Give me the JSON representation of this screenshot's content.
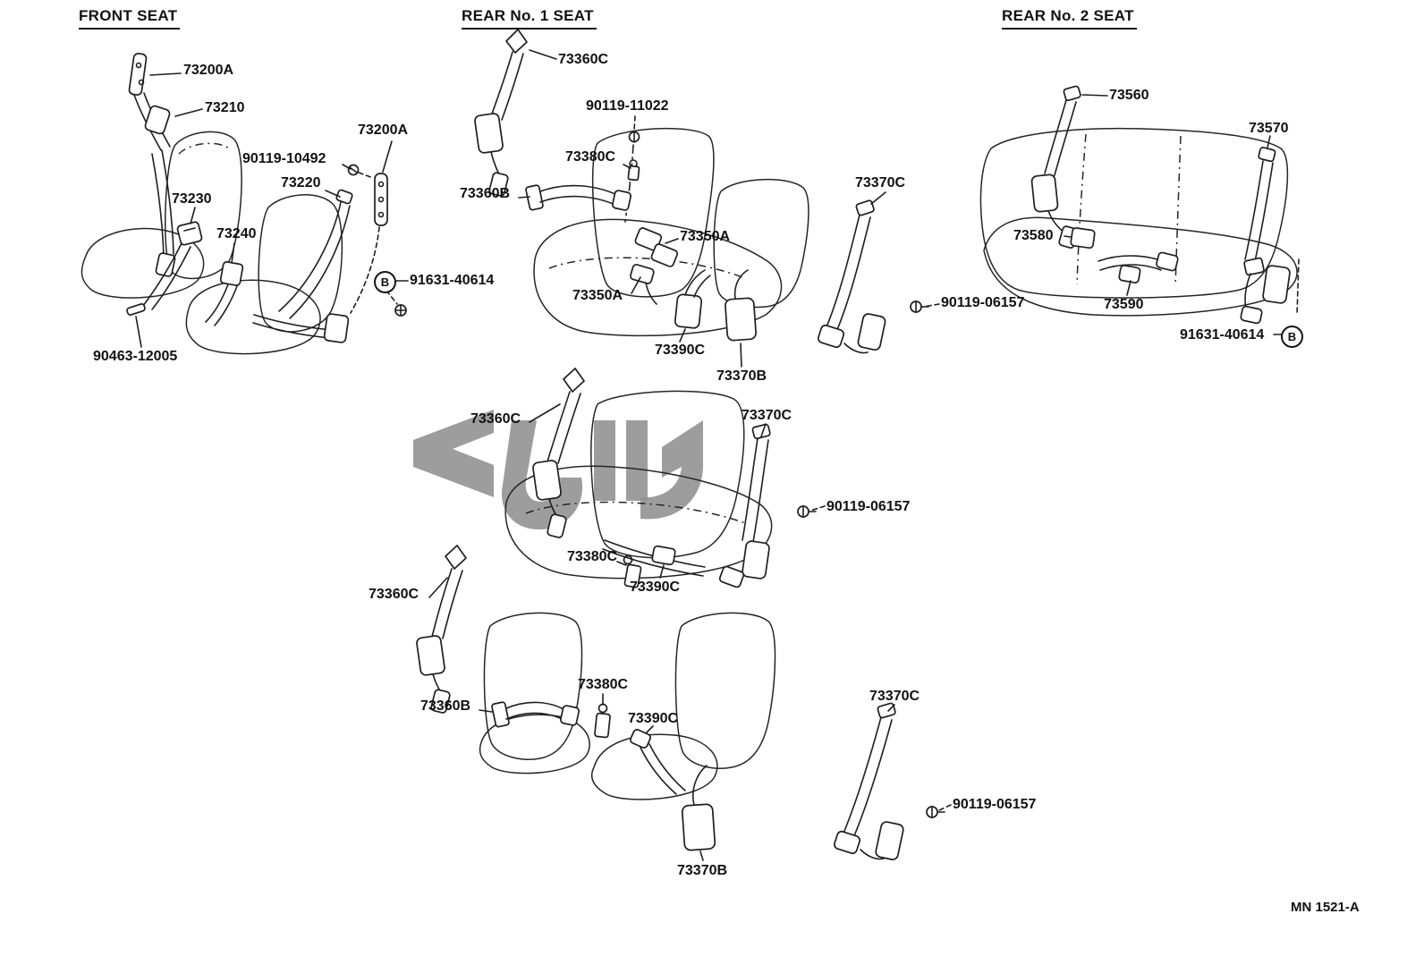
{
  "page": {
    "background": "#ffffff",
    "ink_color": "#1f1f1f",
    "watermark_color": "#8f8f8f",
    "footer_code": "MN 1521-A"
  },
  "markers": {
    "b": "B"
  },
  "sections": {
    "front_seat": {
      "title": "FRONT SEAT",
      "labels": [
        "73200A",
        "73210",
        "90119-10492",
        "73200A",
        "73220",
        "73230",
        "73240",
        "91631-40614",
        "90463-12005"
      ]
    },
    "rear1_seat": {
      "title": "REAR No. 1 SEAT",
      "labels": [
        "73360C",
        "90119-11022",
        "73380C",
        "73360B",
        "73350A",
        "73370C",
        "73350A",
        "90119-06157",
        "73390C",
        "73370B"
      ]
    },
    "rear2_seat": {
      "title": "REAR No. 2 SEAT",
      "labels": [
        "73560",
        "73570",
        "73580",
        "73590",
        "91631-40614"
      ]
    },
    "mid_row": {
      "labels": [
        "73360C",
        "73370C",
        "90119-06157",
        "73380C",
        "73390C"
      ]
    },
    "bottom_row": {
      "labels": [
        "73360C",
        "73360B",
        "73380C",
        "73390C",
        "73370C",
        "90119-06157",
        "73370B"
      ]
    }
  }
}
